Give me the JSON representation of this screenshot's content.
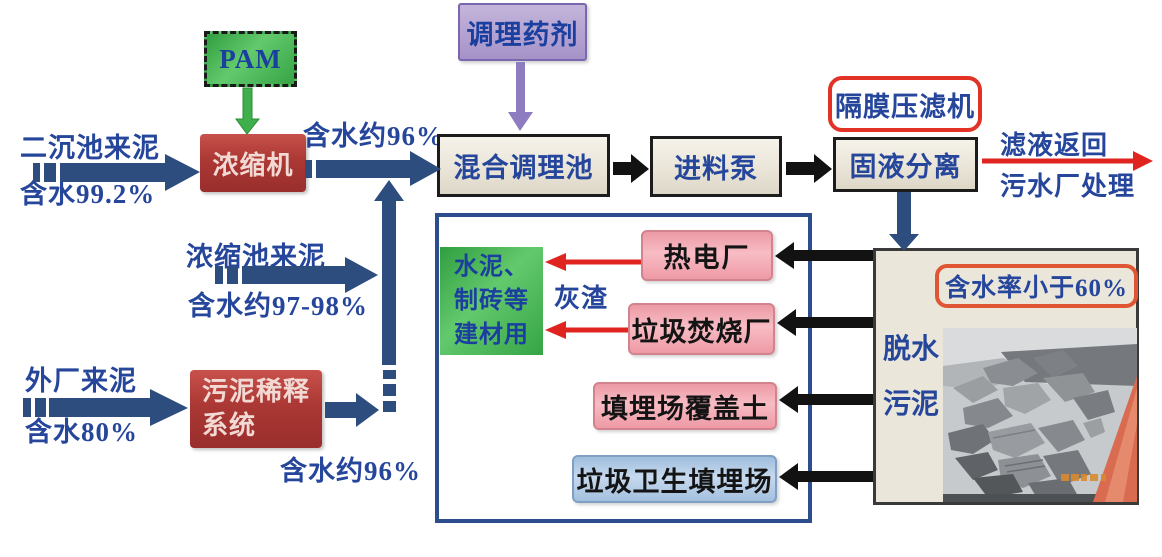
{
  "process": {
    "pam": "PAM",
    "conditioning_agent": "调理药剂",
    "thickener": "浓缩机",
    "mixing_tank": "混合调理池",
    "feed_pump": "进料泵",
    "filter_press": "隔膜压滤机",
    "solid_liquid_separation": "固液分离",
    "sludge_dilution_line1": "污泥稀释",
    "sludge_dilution_line2": "系统"
  },
  "inputs": {
    "secondary_tank": {
      "name": "二沉池来泥",
      "moisture": "含水99.2%"
    },
    "thickening_tank": {
      "name": "浓缩池来泥",
      "moisture": "含水约97-98%"
    },
    "external_plant": {
      "name": "外厂来泥",
      "moisture": "含水80%"
    }
  },
  "annotations": {
    "after_thickener_moisture": "含水约96%",
    "after_dilution_moisture": "含水约96%",
    "filtrate_line1": "滤液返回",
    "filtrate_line2": "污水厂处理",
    "cake_moisture": "含水率小于60%",
    "dewatered_sludge_line1": "脱水",
    "dewatered_sludge_line2": "污泥",
    "ash_residue": "灰渣"
  },
  "disposal": {
    "building_materials_line1": "水泥、",
    "building_materials_line2": "制砖等",
    "building_materials_line3": "建材用",
    "thermal_power_plant": "热电厂",
    "waste_incineration_plant": "垃圾焚烧厂",
    "landfill_cover_soil": "填埋场覆盖土",
    "sanitary_landfill": "垃圾卫生填埋场"
  },
  "colors": {
    "flow_arrow_blue": "#2e4d7f",
    "text_blue": "#25469b",
    "process_box_red": "#a93a36",
    "neutral_box_beige": "#eae5d8",
    "pam_green": "#3fae49",
    "agent_purple": "#b3a2d1",
    "highlight_red": "#e02520",
    "pink_box": "#f2a7b1",
    "light_blue_box": "#aec9e4",
    "container_border_blue": "#2d4d8e"
  }
}
